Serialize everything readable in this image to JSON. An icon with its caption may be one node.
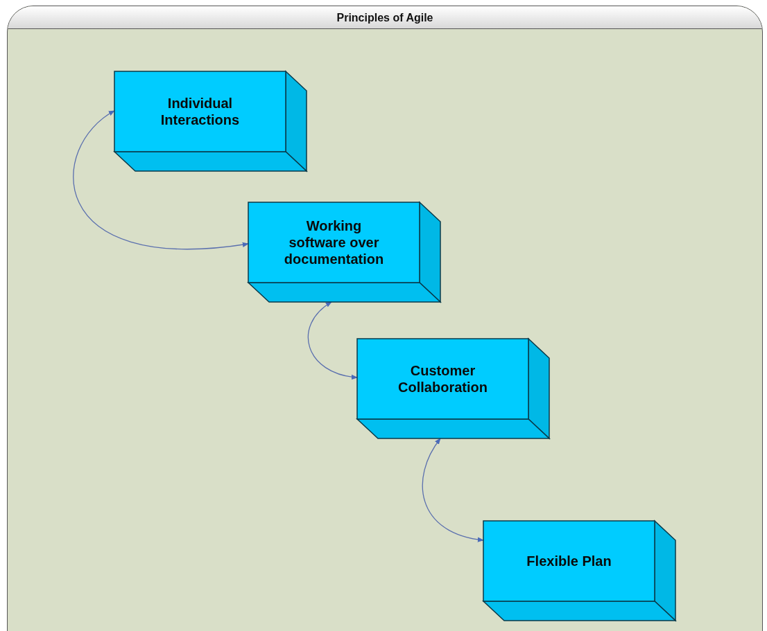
{
  "diagram": {
    "title": "Principles of Agile",
    "nodes": [
      {
        "text": [
          "Individual Interactions"
        ]
      },
      {
        "text": [
          "Working software over documentation"
        ]
      },
      {
        "text": [
          "Customer Collaboration"
        ]
      },
      {
        "text": [
          "Flexible Plan"
        ]
      }
    ],
    "edges": [
      {
        "from": 0,
        "to": 1,
        "arrow": "both"
      },
      {
        "from": 1,
        "to": 2,
        "arrow": "both"
      },
      {
        "from": 2,
        "to": 3,
        "arrow": "both"
      }
    ]
  }
}
